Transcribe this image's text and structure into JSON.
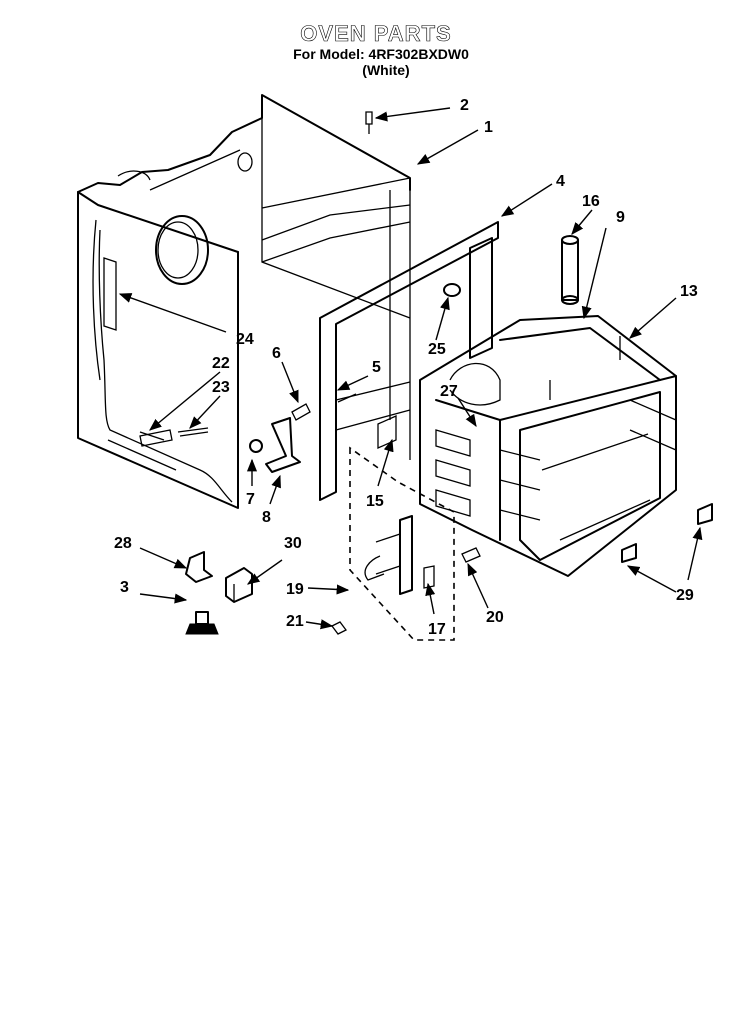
{
  "header": {
    "title": "OVEN PARTS",
    "model": "For Model: 4RF302BXDW0",
    "variant": "(White)"
  },
  "callouts": [
    {
      "label": "1"
    },
    {
      "label": "2"
    },
    {
      "label": "3"
    },
    {
      "label": "4"
    },
    {
      "label": "5"
    },
    {
      "label": "6"
    },
    {
      "label": "7"
    },
    {
      "label": "8"
    },
    {
      "label": "9"
    },
    {
      "label": "13"
    },
    {
      "label": "15"
    },
    {
      "label": "16"
    },
    {
      "label": "17"
    },
    {
      "label": "19"
    },
    {
      "label": "20"
    },
    {
      "label": "21"
    },
    {
      "label": "22"
    },
    {
      "label": "23"
    },
    {
      "label": "24"
    },
    {
      "label": "25"
    },
    {
      "label": "27"
    },
    {
      "label": "28"
    },
    {
      "label": "29"
    },
    {
      "label": "30"
    }
  ]
}
